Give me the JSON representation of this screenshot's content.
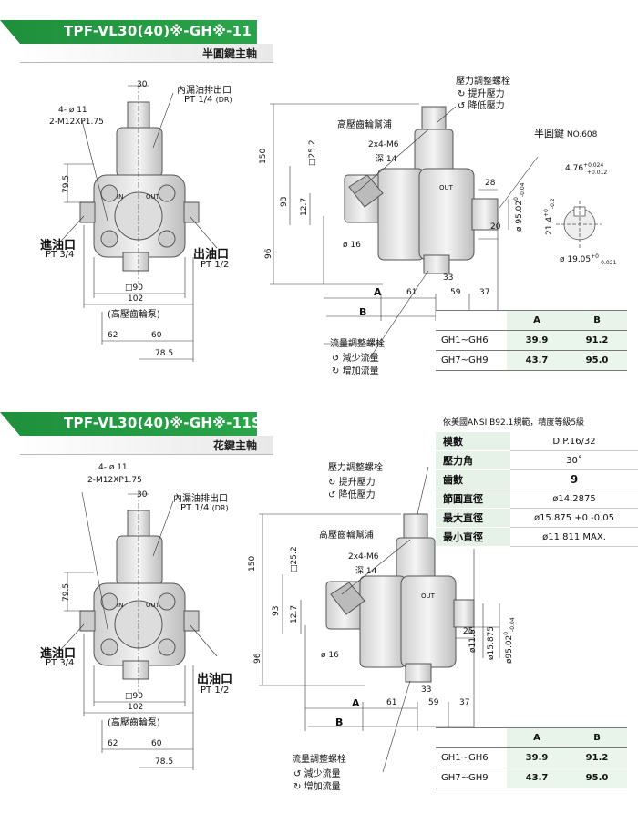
{
  "s1": {
    "title": "TPF-VL30(40)※-GH※-11",
    "subtitle": "半圓鍵主軸",
    "left": {
      "d30": "30",
      "holes": "4- ø 11",
      "bolt": "2-M12XP1.75",
      "drain_title": "內漏油排出口",
      "drain_spec": "PT 1/4",
      "drain_dr": "(DR)",
      "d795": "79.5",
      "inlet_title": "進油口",
      "inlet_spec": "PT 3/4",
      "outlet_title": "出油口",
      "outlet_spec": "PT 1/2",
      "sq90": "□90",
      "d102": "102",
      "pump": "(高壓齒輪泵)",
      "d62": "62",
      "d60": "60",
      "d785": "78.5",
      "port_in": "IN",
      "port_out": "OUT"
    },
    "right": {
      "pressure_title": "壓力調整螺栓",
      "pressure_up": "提升壓力",
      "pressure_down": "降低壓力",
      "gear_pump": "高壓齒輪幫浦",
      "d252": "□25.2",
      "screw": "2x4-M6",
      "depth": "深 14",
      "key": "半圓鍵",
      "key_no": "NO.608",
      "d150": "150",
      "d93": "93",
      "d127": "12.7",
      "d96": "96",
      "d16": "ø 16",
      "d28": "28",
      "d20": "20",
      "d9502": "ø 95.02",
      "tol1": "-0.04",
      "tol0": "0",
      "d476": "4.76",
      "t024": "+0.024",
      "t012": "+0.012",
      "d214": "21.4",
      "t01": "+0",
      "t02": "-0.2",
      "d1905": "ø 19.05",
      "t0": "+0",
      "t021": "-0.021",
      "A": "A",
      "B": "B",
      "d61": "61",
      "d33": "33",
      "d59": "59",
      "d37": "37",
      "flow_title": "流量調整螺栓",
      "flow_down": "減少流量",
      "flow_up": "增加流量",
      "port_out": "OUT"
    },
    "table": {
      "headers": [
        "",
        "A",
        "B"
      ],
      "rows": [
        [
          "GH1~GH6",
          "39.9",
          "91.2"
        ],
        [
          "GH7~GH9",
          "43.7",
          "95.0"
        ]
      ]
    }
  },
  "s2": {
    "title": "TPF-VL30(40)※-GH※-11S",
    "subtitle": "花鍵主軸",
    "left": {
      "d30": "30",
      "holes": "4- ø 11",
      "bolt": "2-M12XP1.75",
      "drain_title": "內漏油排出口",
      "drain_spec": "PT 1/4",
      "drain_dr": "(DR)",
      "d795": "79.5",
      "inlet_title": "進油口",
      "inlet_spec": "PT 3/4",
      "outlet_title": "出油口",
      "outlet_spec": "PT 1/2",
      "sq90": "□90",
      "d102": "102",
      "pump": "(高壓齒輪泵)",
      "d62": "62",
      "d60": "60",
      "d785": "78.5",
      "port_in": "IN",
      "port_out": "OUT"
    },
    "right": {
      "pressure_title": "壓力調整螺栓",
      "pressure_up": "提升壓力",
      "pressure_down": "降低壓力",
      "gear_pump": "高壓齒輪幫浦",
      "d252": "□25.2",
      "screw": "2x4-M6",
      "depth": "深 14",
      "d150": "150",
      "d93": "93",
      "d127": "12.7",
      "d96": "96",
      "d16": "ø 16",
      "d25": "25",
      "d116": "ø11.6",
      "d15875": "ø15.875",
      "d9502": "ø95.02",
      "tol1": "-0.04",
      "tol0": "0",
      "A": "A",
      "B": "B",
      "d61": "61",
      "d33": "33",
      "d59": "59",
      "d37": "37",
      "flow_title": "流量調整螺栓",
      "flow_down": "減少流量",
      "flow_up": "增加流量",
      "port_out": "OUT"
    },
    "spec": {
      "caption": "依美國ANSI B92.1規範，精度等級5級",
      "rows": [
        [
          "模數",
          "D.P.16/32"
        ],
        [
          "壓力角",
          "30˚"
        ],
        [
          "齒數",
          "9"
        ],
        [
          "節圓直徑",
          "ø14.2875"
        ],
        [
          "最大直徑",
          "ø15.875 +0 -0.05"
        ],
        [
          "最小直徑",
          "ø11.811 MAX."
        ]
      ]
    },
    "table": {
      "headers": [
        "",
        "A",
        "B"
      ],
      "rows": [
        [
          "GH1~GH6",
          "39.9",
          "91.2"
        ],
        [
          "GH7~GH9",
          "43.7",
          "95.0"
        ]
      ]
    }
  }
}
